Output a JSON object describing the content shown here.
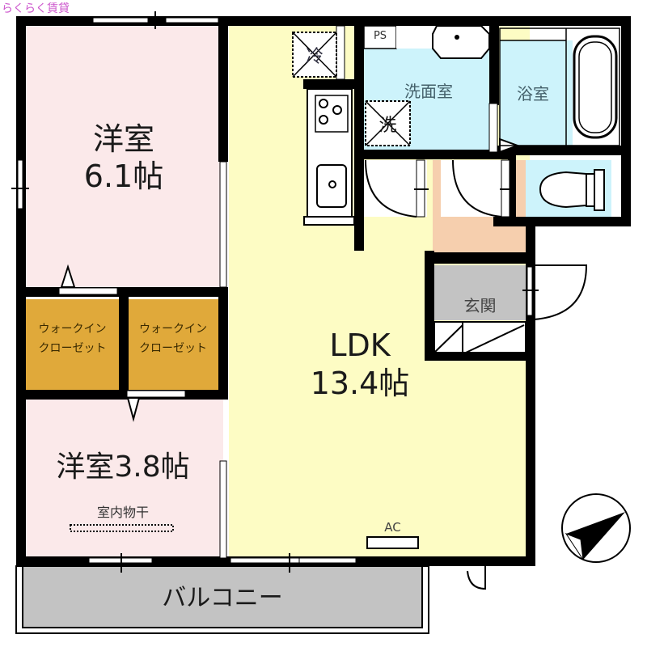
{
  "watermark": "らくらく賃貸",
  "rooms": {
    "western1": {
      "name": "洋室",
      "size": "6.1帖"
    },
    "western2": {
      "label": "洋室3.8帖",
      "note": "室内物干"
    },
    "closet1": {
      "line1": "ウォークイン",
      "line2": "クローゼット"
    },
    "closet2": {
      "line1": "ウォークイン",
      "line2": "クローゼット"
    },
    "ldk": {
      "name": "LDK",
      "size": "13.4帖"
    },
    "washroom": {
      "name": "洗面室"
    },
    "bathroom": {
      "name": "浴室"
    },
    "entrance": {
      "name": "玄関"
    },
    "balcony": {
      "name": "バルコニー"
    }
  },
  "fixtures": {
    "fridge": "冷",
    "washer": "洗",
    "ps": "PS",
    "ac": "AC"
  },
  "colors": {
    "western": "#fbe9ea",
    "ldk": "#fdfcc4",
    "closet": "#e0a93a",
    "wet": "#cdf3fb",
    "hall": "#f6cfae",
    "entrance": "#c3c3c3",
    "balcony": "#c3c3c3",
    "wall": "#000000"
  }
}
